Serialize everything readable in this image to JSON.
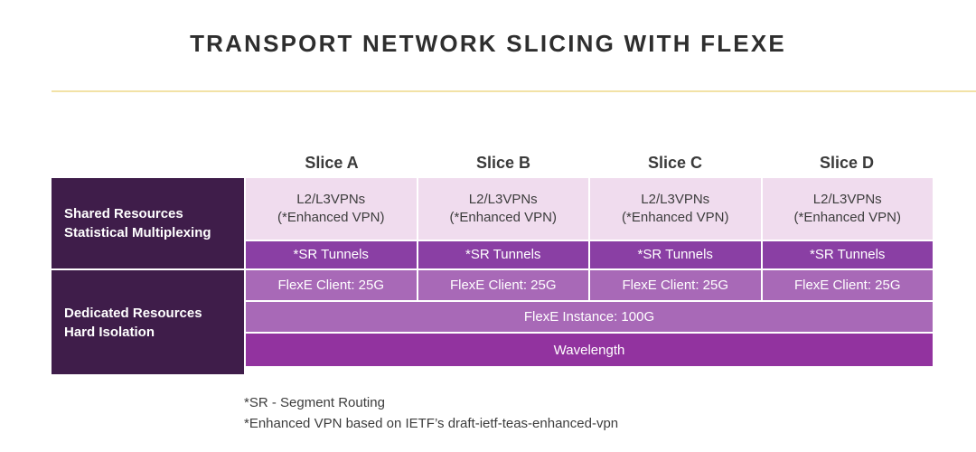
{
  "title": "TRANSPORT  NETWORK  SLICING  WITH  FLEXE",
  "colors": {
    "divider": "#f2e2a6",
    "row_label_bg": "#3f1d4a",
    "vpn_bg": "#f0dcee",
    "sr_bg": "#8a3fa4",
    "client_bg": "#a869b7",
    "instance_bg": "#a869b7",
    "wavelength_bg": "#92339f",
    "title_text": "#2e2e2e"
  },
  "table": {
    "column_headers": [
      "Slice A",
      "Slice B",
      "Slice C",
      "Slice D"
    ],
    "row_groups": [
      {
        "label_line1": "Shared Resources",
        "label_line2": "Statistical Multiplexing"
      },
      {
        "label_line1": "Dedicated Resources",
        "label_line2": "Hard Isolation"
      }
    ],
    "rows": {
      "vpn": {
        "line1": "L2/L3VPNs",
        "line2": "(*Enhanced VPN)",
        "cells": [
          {
            "line1": "L2/L3VPNs",
            "line2": "(*Enhanced VPN)"
          },
          {
            "line1": "L2/L3VPNs",
            "line2": "(*Enhanced VPN)"
          },
          {
            "line1": "L2/L3VPNs",
            "line2": "(*Enhanced VPN)"
          },
          {
            "line1": "L2/L3VPNs",
            "line2": "(*Enhanced VPN)"
          }
        ]
      },
      "sr_tunnels": {
        "cells": [
          "*SR Tunnels",
          "*SR Tunnels",
          "*SR Tunnels",
          "*SR Tunnels"
        ]
      },
      "flexe_client": {
        "cells": [
          "FlexE Client: 25G",
          "FlexE Client: 25G",
          "FlexE Client: 25G",
          "FlexE Client: 25G"
        ]
      },
      "flexe_instance": {
        "label": "FlexE Instance: 100G"
      },
      "wavelength": {
        "label": "Wavelength"
      }
    }
  },
  "footnotes": [
    "*SR - Segment Routing",
    "*Enhanced VPN based on IETF’s draft-ietf-teas-enhanced-vpn"
  ]
}
